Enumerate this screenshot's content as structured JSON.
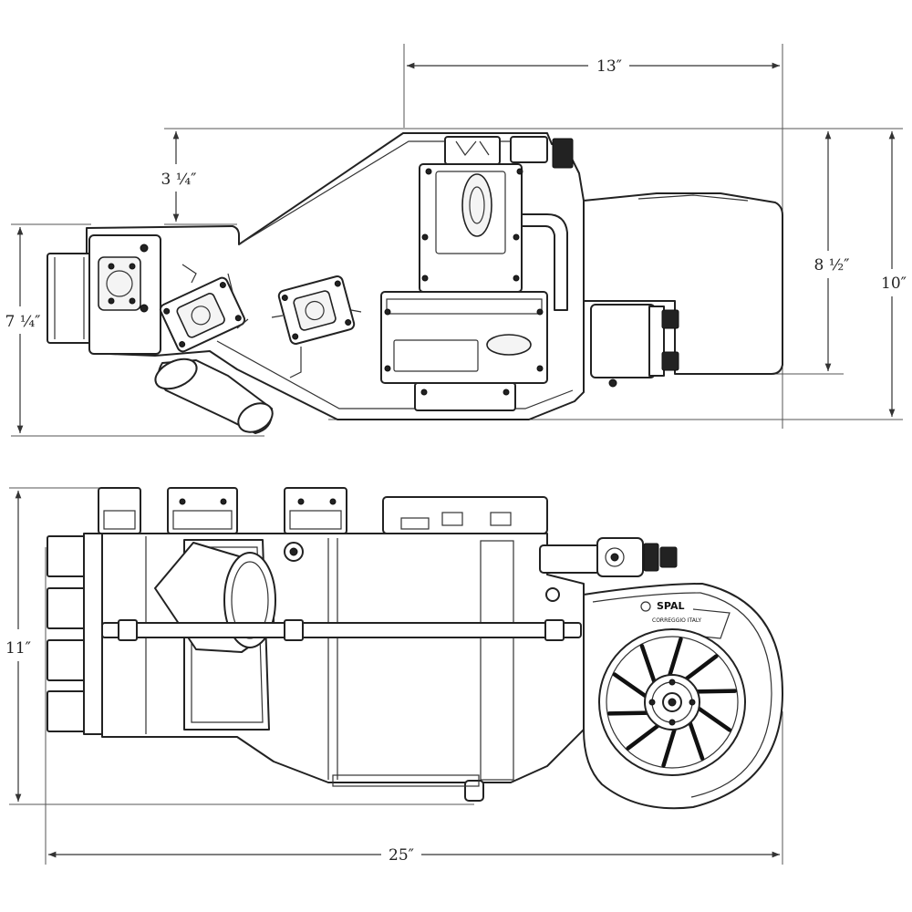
{
  "dimensions": {
    "top_width": "13″",
    "top_offset": "3 ¼″",
    "top_left_height": "7 ¼″",
    "top_inner_height": "8 ½″",
    "top_total_height": "10″",
    "bottom_height": "11″",
    "bottom_width": "25″"
  },
  "labels": {
    "blower_brand": "SPAL",
    "blower_origin": "CORREGGIO   ITALY"
  },
  "icons": {
    "fan": "fan-wheel-icon",
    "connector": "electrical-connector-icon",
    "arrow": "arrowhead-icon"
  }
}
